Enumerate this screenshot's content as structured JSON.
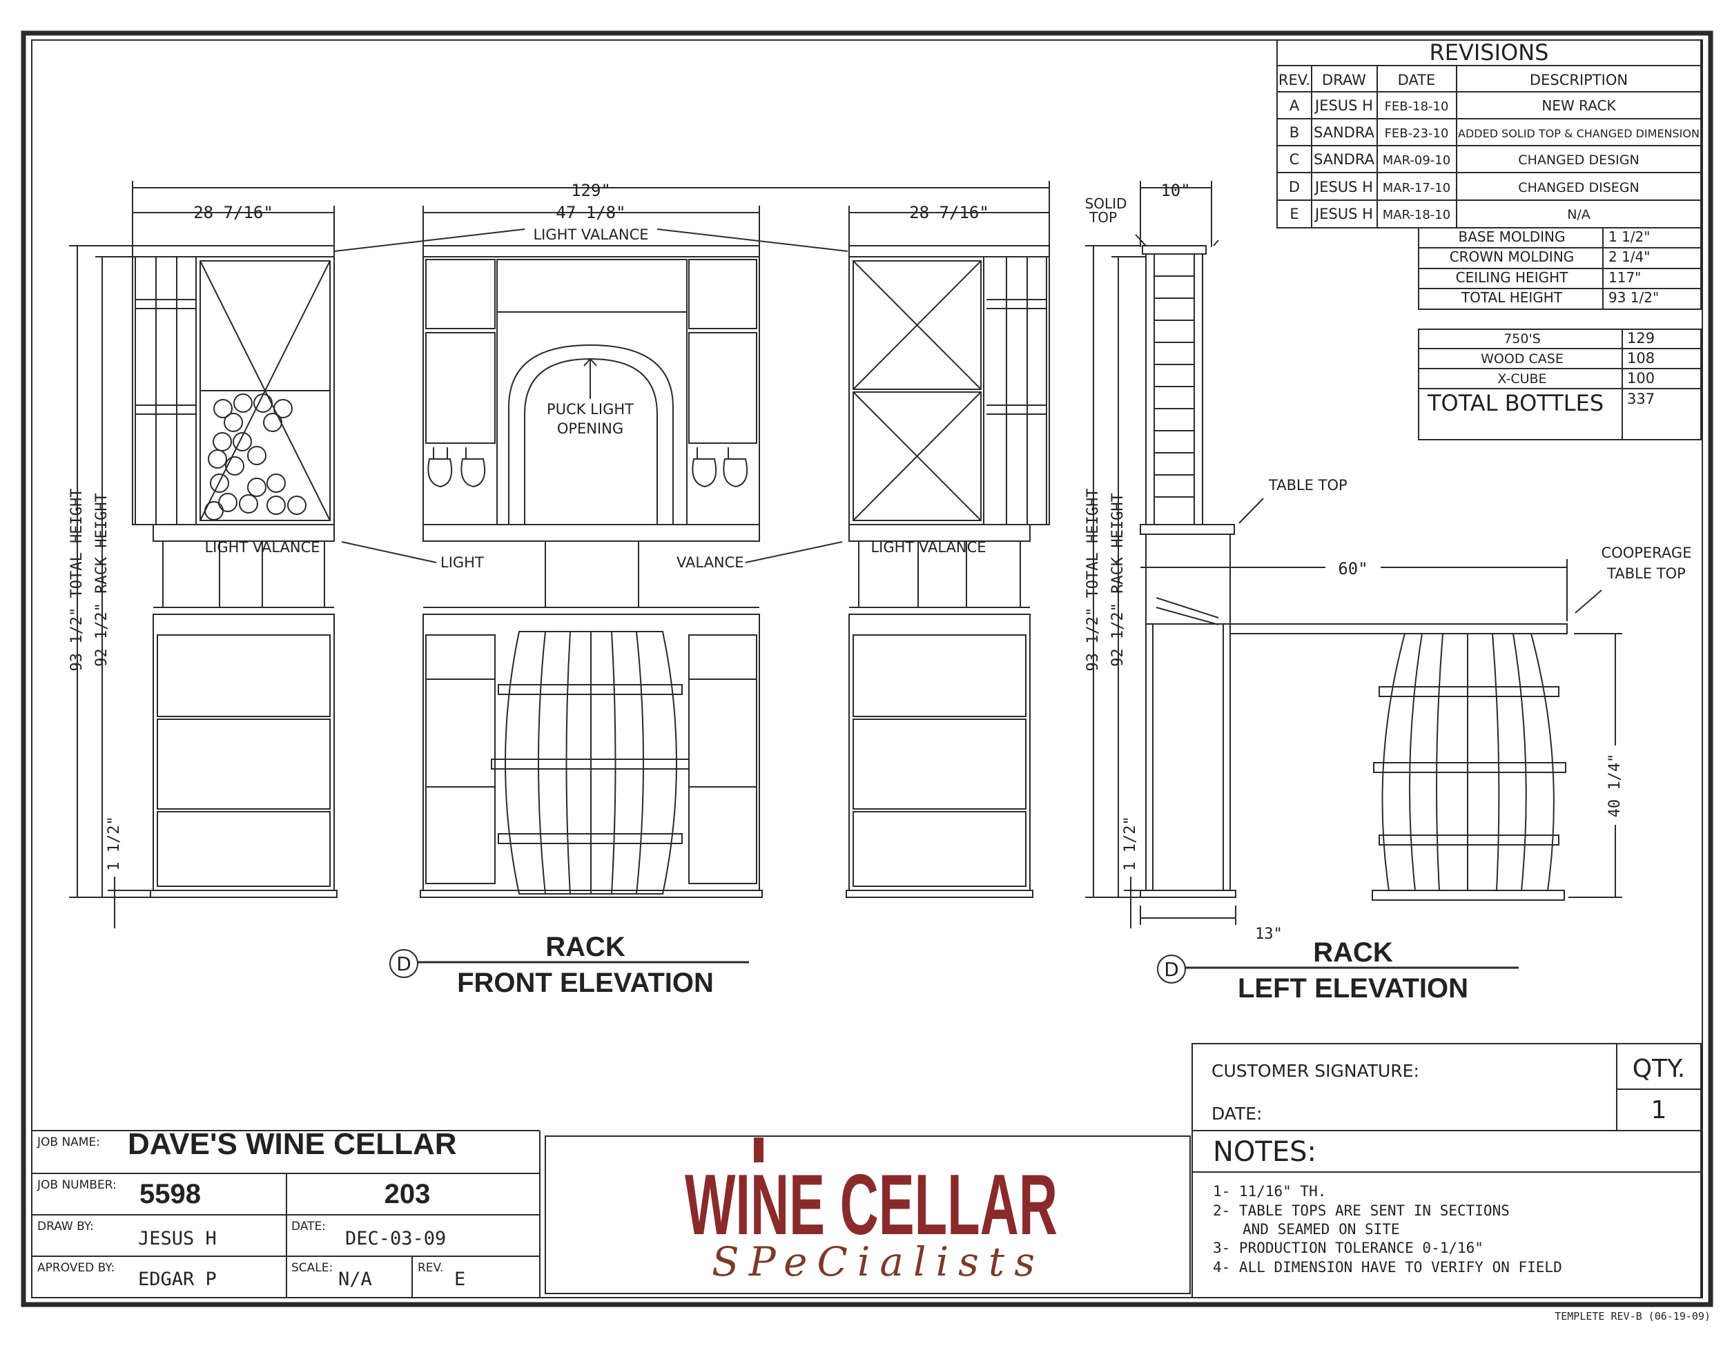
{
  "revisions": {
    "title": "REVISIONS",
    "headers": [
      "REV.",
      "DRAW",
      "DATE",
      "DESCRIPTION"
    ],
    "rows": [
      [
        "A",
        "JESUS H",
        "FEB-18-10",
        "NEW RACK"
      ],
      [
        "B",
        "SANDRA",
        "FEB-23-10",
        "ADDED SOLID TOP & CHANGED DIMENSION"
      ],
      [
        "C",
        "SANDRA",
        "MAR-09-10",
        "CHANGED DESIGN"
      ],
      [
        "D",
        "JESUS H",
        "MAR-17-10",
        "CHANGED DISEGN"
      ],
      [
        "E",
        "JESUS H",
        "MAR-18-10",
        "N/A"
      ]
    ]
  },
  "specs": [
    [
      "BASE MOLDING",
      "1 1/2\""
    ],
    [
      "CROWN MOLDING",
      "2 1/4\""
    ],
    [
      "CEILING HEIGHT",
      "117\""
    ],
    [
      "TOTAL HEIGHT",
      "93 1/2\""
    ]
  ],
  "bottles": {
    "rows": [
      [
        "750'S",
        "129"
      ],
      [
        "WOOD CASE",
        "108"
      ],
      [
        "X-CUBE",
        "100"
      ]
    ],
    "total_label": "TOTAL BOTTLES",
    "total_value": "337"
  },
  "front": {
    "dim_total": "129\"",
    "dim_left": "28 7/16\"",
    "dim_center": "47 1/8\"",
    "dim_right": "28 7/16\"",
    "light_valance_top": "LIGHT VALANCE",
    "puck_line1": "PUCK LIGHT",
    "puck_line2": "OPENING",
    "lv_left": "LIGHT VALANCE",
    "light": "LIGHT",
    "valance": "VALANCE",
    "lv_right": "LIGHT VALANCE",
    "total_height": "93 1/2\" TOTAL HEIGHT",
    "rack_height": "92 1/2\" RACK HEIGHT",
    "base": "1 1/2\"",
    "marker": "D",
    "title1": "RACK",
    "title2": "FRONT ELEVATION"
  },
  "left": {
    "solid_top1": "SOLID",
    "solid_top2": "TOP",
    "dim_depth": "10\"",
    "table_top": "TABLE TOP",
    "dim_60": "60\"",
    "cooperage1": "COOPERAGE",
    "cooperage2": "TABLE TOP",
    "dim_barrel": "40 1/4\"",
    "dim_base_depth": "13\"",
    "total_height": "93 1/2\" TOTAL HEIGHT",
    "rack_height": "92 1/2\" RACK HEIGHT",
    "base": "1 1/2\"",
    "marker": "D",
    "title1": "RACK",
    "title2": "LEFT ELEVATION"
  },
  "signature": {
    "customer": "CUSTOMER SIGNATURE:",
    "date": "DATE:",
    "qty_label": "QTY.",
    "qty_value": "1"
  },
  "notes": {
    "title": "NOTES:",
    "lines": [
      "1- 11/16\" TH.",
      "2- TABLE TOPS ARE SENT IN SECTIONS",
      "AND SEAMED ON SITE",
      "3- PRODUCTION TOLERANCE 0-1/16\"",
      "4- ALL DIMENSION HAVE TO VERIFY ON FIELD"
    ]
  },
  "job": {
    "name_label": "JOB NAME:",
    "name": "DAVE'S WINE CELLAR",
    "number_label": "JOB NUMBER:",
    "number": "5598",
    "number2": "203",
    "draw_label": "DRAW BY:",
    "draw": "JESUS H",
    "date_label": "DATE:",
    "date": "DEC-03-09",
    "approved_label": "APROVED BY:",
    "approved": "EDGAR P",
    "scale_label": "SCALE:",
    "scale": "N/A",
    "rev_label": "REV.",
    "rev": "E"
  },
  "logo": {
    "line1": "WINE CELLAR",
    "line2": "SPeCialists"
  },
  "footer": "TEMPLETE REV-B (06-19-09)",
  "colors": {
    "line": "#2a2a2a",
    "brand": "#8a2a2a",
    "script": "#7a3b2a"
  }
}
